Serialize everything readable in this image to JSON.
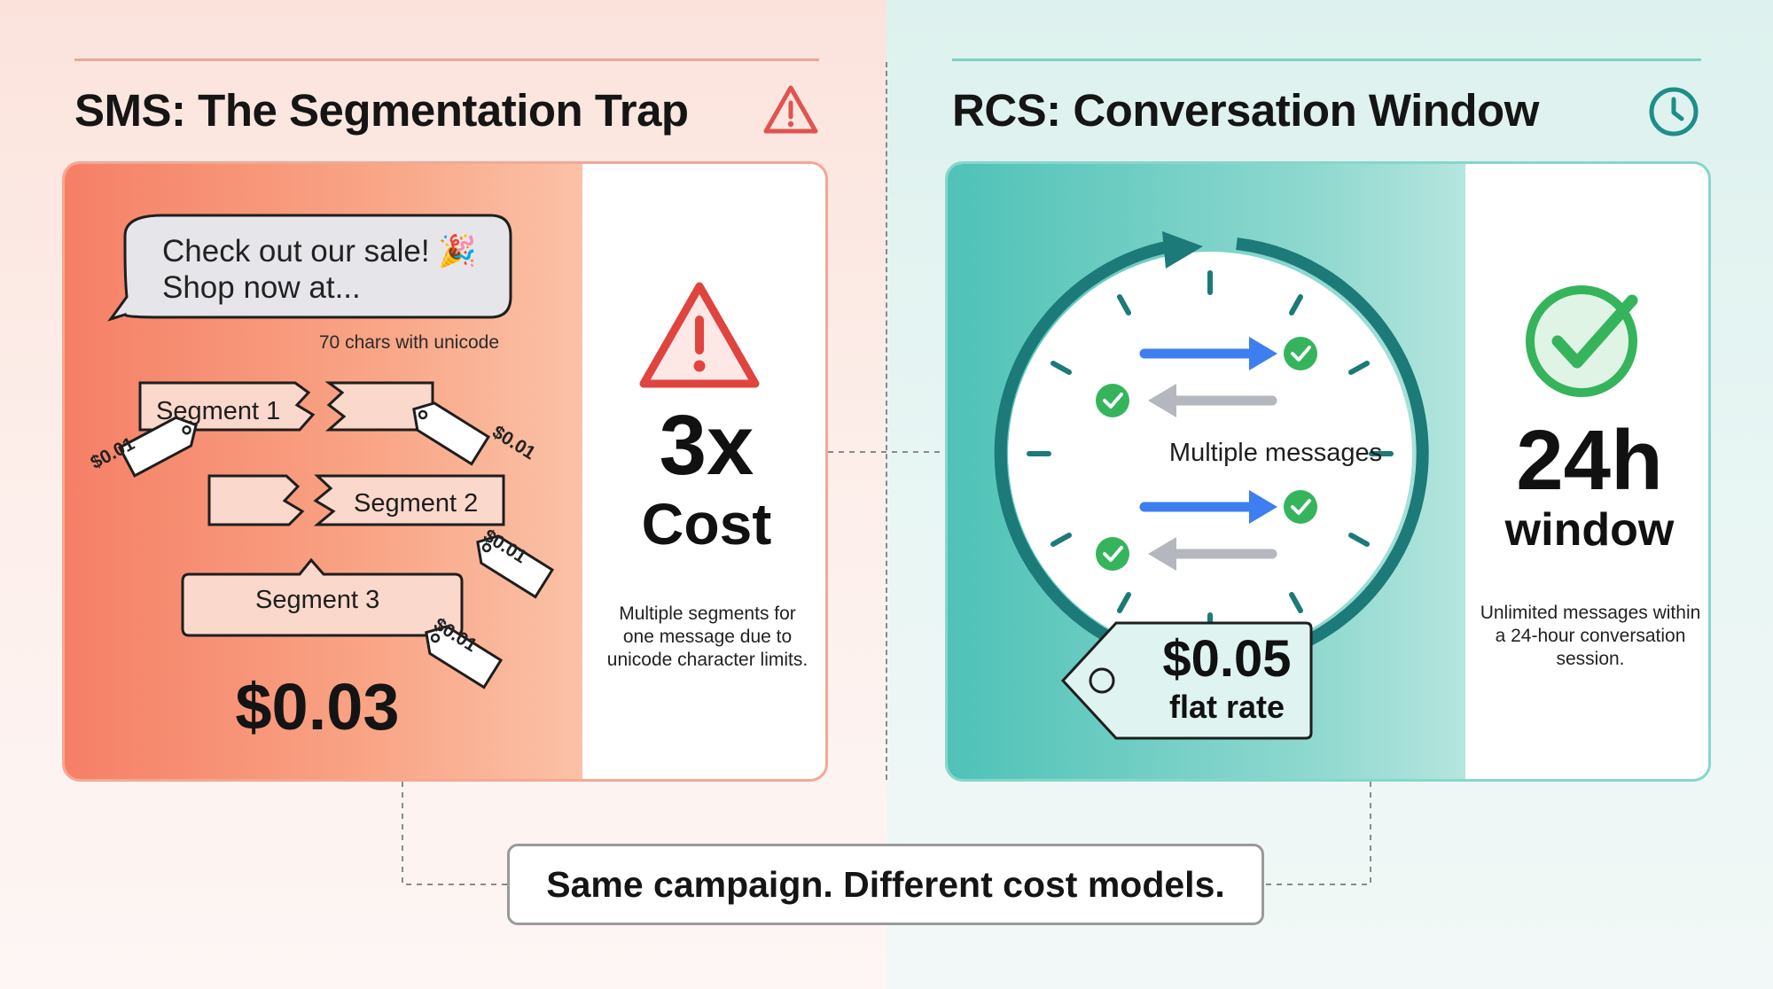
{
  "left": {
    "title": "SMS: The Segmentation Trap",
    "bubble_line1": "Check out our sale! 🎉",
    "bubble_line2": "Shop now at...",
    "chars_note": "70 chars with unicode",
    "segments": [
      "Segment 1",
      "Segment 2",
      "Segment 3"
    ],
    "segment_tags": [
      "$0.01",
      "$0.01",
      "$0.01",
      "$0.01"
    ],
    "total": "$0.03",
    "multiplier": "3x",
    "multiplier_label": "Cost",
    "description": "Multiple segments for one message due to unicode character limits.",
    "accent": "#e54b4b"
  },
  "right": {
    "title": "RCS: Conversation Window",
    "clock_label": "Multiple messages",
    "price": "$0.05",
    "price_label": "flat rate",
    "window_value": "24h",
    "window_label": "window",
    "description": "Unlimited messages within a 24-hour conversation session.",
    "accent": "#1e8e88"
  },
  "footer": "Same campaign. Different cost models.",
  "icons": [
    "warning-triangle-icon",
    "clock-icon",
    "check-circle-icon",
    "arrow-right-icon",
    "arrow-left-icon",
    "price-tag-icon"
  ]
}
